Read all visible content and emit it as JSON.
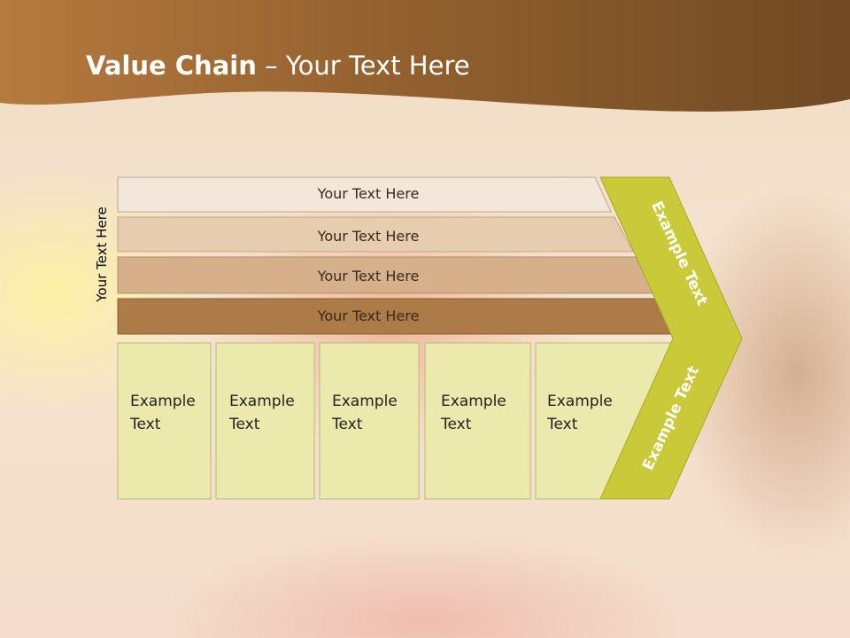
{
  "slide": {
    "title_bold": "Value Chain",
    "title_rest": " – Your Text Here",
    "side_label": "Your Text Here"
  },
  "bars": [
    {
      "label": "Your Text Here"
    },
    {
      "label": "Your Text Here"
    },
    {
      "label": "Your Text Here"
    },
    {
      "label": "Your Text Here"
    }
  ],
  "boxes": [
    {
      "label": "Example\nText"
    },
    {
      "label": "Example\nText"
    },
    {
      "label": "Example\nText"
    },
    {
      "label": "Example\nText"
    },
    {
      "label": "Example\nText"
    }
  ],
  "chevron": {
    "upper_label": "Example Text",
    "lower_label": "Example Text"
  },
  "colors": {
    "header": "#8a5a2e",
    "bar1": "#f3e6da",
    "bar2": "#e6cdb0",
    "bar3": "#d5b08a",
    "bar4": "#ac7b47",
    "box": "#ebe9ab",
    "chevron": "#c9c93a"
  }
}
